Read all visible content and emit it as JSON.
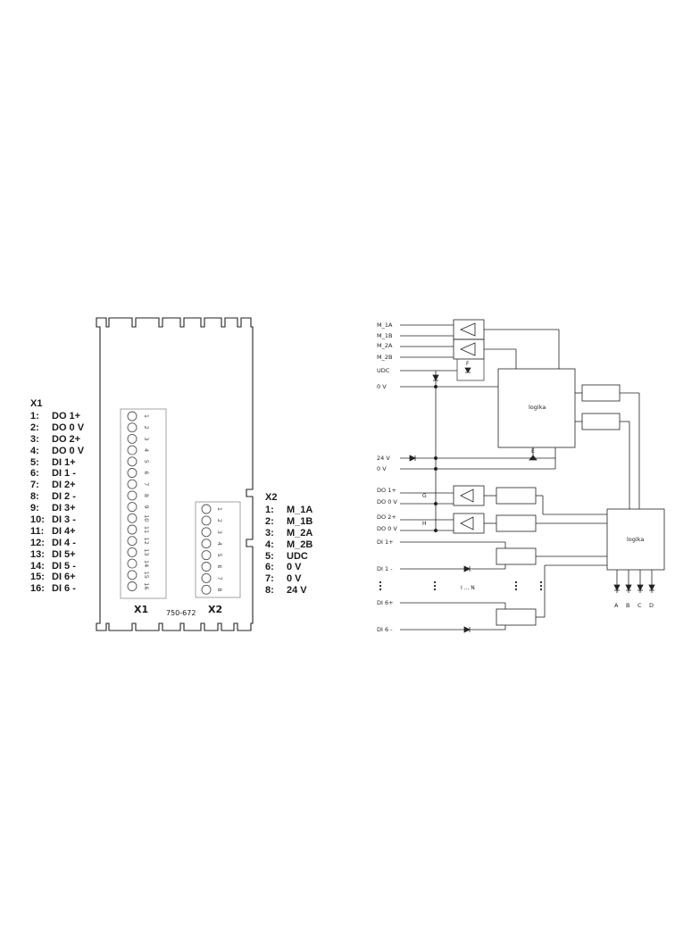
{
  "module": {
    "part_number": "750-672",
    "x1_label": "X1",
    "x2_label": "X2"
  },
  "x1": {
    "header": "X1",
    "pins": [
      {
        "no": "1:",
        "name": "DO 1+"
      },
      {
        "no": "2:",
        "name": "DO 0 V"
      },
      {
        "no": "3:",
        "name": "DO 2+"
      },
      {
        "no": "4:",
        "name": "DO 0 V"
      },
      {
        "no": "5:",
        "name": "DI 1+"
      },
      {
        "no": "6:",
        "name": "DI 1 -"
      },
      {
        "no": "7:",
        "name": "DI 2+"
      },
      {
        "no": "8:",
        "name": "DI 2 -"
      },
      {
        "no": "9:",
        "name": "DI 3+"
      },
      {
        "no": "10:",
        "name": "DI 3 -"
      },
      {
        "no": "11:",
        "name": "DI 4+"
      },
      {
        "no": "12:",
        "name": "DI 4 -"
      },
      {
        "no": "13:",
        "name": "DI 5+"
      },
      {
        "no": "14:",
        "name": "DI 5 -"
      },
      {
        "no": "15:",
        "name": "DI 6+"
      },
      {
        "no": "16:",
        "name": "DI 6 -"
      }
    ],
    "terminal_numbers": [
      "1",
      "2",
      "3",
      "4",
      "5",
      "6",
      "7",
      "8",
      "9",
      "10",
      "11",
      "12",
      "13",
      "14",
      "15",
      "16"
    ]
  },
  "x2": {
    "header": "X2",
    "pins": [
      {
        "no": "1:",
        "name": "M_1A"
      },
      {
        "no": "2:",
        "name": "M_1B"
      },
      {
        "no": "3:",
        "name": "M_2A"
      },
      {
        "no": "4:",
        "name": "M_2B"
      },
      {
        "no": "5:",
        "name": "UDC"
      },
      {
        "no": "6:",
        "name": "0 V"
      },
      {
        "no": "7:",
        "name": "0 V"
      },
      {
        "no": "8:",
        "name": "24 V"
      }
    ],
    "terminal_numbers": [
      "1",
      "2",
      "3",
      "4",
      "5",
      "6",
      "7",
      "8"
    ]
  },
  "schematic": {
    "inputs_top": [
      "M_1A",
      "M_1B",
      "M_2A",
      "M_2B",
      "UDC",
      "0 V"
    ],
    "supply": [
      "24 V",
      "0 V"
    ],
    "outputs": [
      "DO 1+",
      "DO 0 V",
      "DO 2+",
      "DO 0 V"
    ],
    "digital_inputs": [
      "DI 1+",
      "DI 1 -",
      "DI 6+",
      "DI 6 -"
    ],
    "logic_label_1": "logika",
    "logic_label_2": "logika",
    "diode_tags": {
      "f": "F",
      "e": "E",
      "g": "G",
      "h": "H"
    },
    "range_label": "I ... N",
    "led_outputs": [
      "A",
      "B",
      "C",
      "D"
    ]
  }
}
